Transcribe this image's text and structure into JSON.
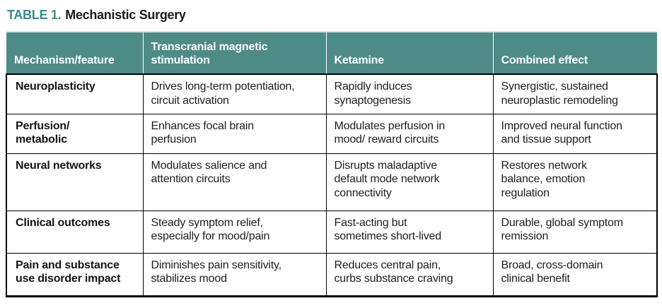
{
  "title": {
    "label": "TABLE 1.",
    "text": "Mechanistic Surgery"
  },
  "colors": {
    "header_bg": "#4e8b87",
    "title_accent": "#3f8a8d",
    "border": "#000000",
    "body_text": "#1e1e1e",
    "header_text": "#ffffff"
  },
  "table": {
    "headers": [
      "Mechanism/feature",
      "Transcranial magnetic\nstimulation",
      "Ketamine",
      "Combined effect"
    ],
    "rows": [
      {
        "feature": "Neuroplasticity",
        "tms": "Drives long-term potentiation,\ncircuit activation",
        "ketamine": "Rapidly induces\nsynaptogenesis",
        "combined": "Synergistic, sustained\nneuroplastic remodeling"
      },
      {
        "feature": "Perfusion/\nmetabolic",
        "tms": "Enhances focal brain\nperfusion",
        "ketamine": "Modulates perfusion in\nmood/ reward circuits",
        "combined": "Improved neural function\nand tissue support"
      },
      {
        "feature": "Neural networks",
        "tms": "Modulates salience and\nattention circuits",
        "ketamine": "Disrupts maladaptive\ndefault mode network\nconnectivity",
        "combined": "Restores network\nbalance, emotion\nregulation"
      },
      {
        "feature": "Clinical outcomes",
        "tms": "Steady symptom relief,\nespecially for mood/pain",
        "ketamine": "Fast-acting but\nsometimes short-lived",
        "combined": "Durable, global symptom\nremission"
      },
      {
        "feature": "Pain and substance\nuse disorder impact",
        "tms": "Diminishes pain sensitivity,\nstabilizes mood",
        "ketamine": "Reduces central pain,\ncurbs substance craving",
        "combined": "Broad, cross-domain\nclinical benefit"
      }
    ]
  }
}
